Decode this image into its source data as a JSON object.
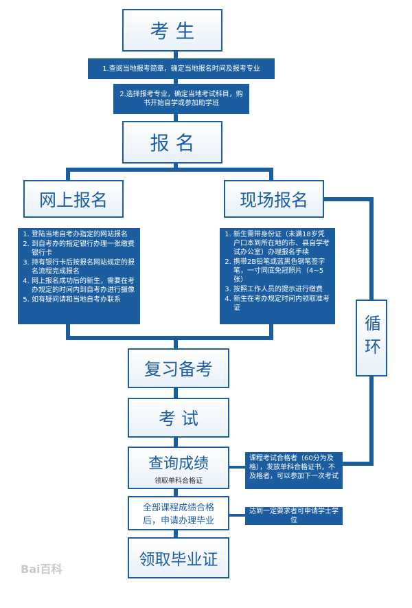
{
  "nodes": {
    "kaosheng": "考 生",
    "step1": "1.查阅当地报考简章，确定当地报名时间及报考专业",
    "step2": "2.选择报考专业，确定当地考试科目，购书开始自学或参加助学班",
    "baoming": "报 名",
    "online": "网上报名",
    "onsite": "现场报名",
    "online_steps": [
      "登陆当地自考办指定的网站报名",
      "到自考办的指定银行办理一张缴费银行卡",
      "持有银行卡后按报名网站规定的报名流程完成报名",
      "网上报名成功后的新生，需要在考办规定的时间内到自考办进行摄像",
      "如有疑问请和当地自考办联系"
    ],
    "onsite_steps": [
      "新生需带身份证（未满18岁凭户口本到所在地的市、县自学考试办公室）办理报名手续",
      "携带2B铅笔或蓝黑色钢笔签字笔，一寸同底免冠照片（4~5张）",
      "按照工作人员的提示进行缴费",
      "新生在考办规定时间内领取准考证"
    ],
    "review": "复习备考",
    "exam": "考 试",
    "score": "查询成绩",
    "score_sub": "领取单科合格证",
    "graduate": "全部课程成绩合格后，申请办理毕业",
    "certificate": "领取毕业证",
    "loop": "循环",
    "score_note": "课程考试合格者（60分为及格），发放单科合格证书，不及格者，可以参加下一次考试",
    "degree_note": "达到一定要求者可申请学士学位"
  },
  "watermark": "Bai百科",
  "colors": {
    "primary": "#1b5d9e"
  }
}
